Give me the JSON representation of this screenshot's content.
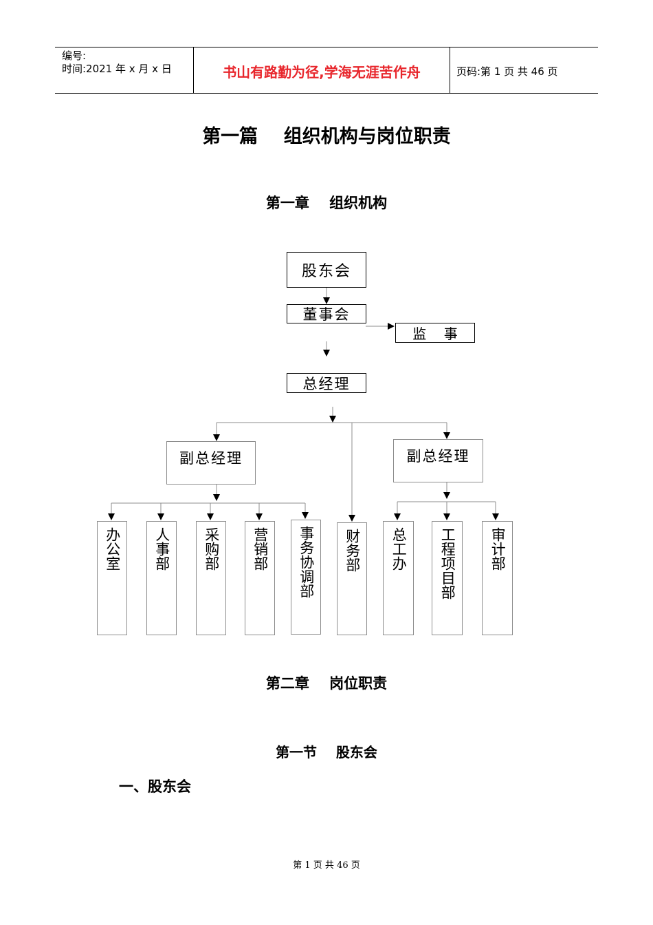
{
  "header": {
    "number_label": "编号:",
    "time_label": "时间:2021 年 x 月 x 日",
    "motto": "书山有路勤为径,学海无涯苦作舟",
    "page_info": "页码:第 1 页  共 46 页"
  },
  "title": "第一篇    组织机构与岗位职责",
  "chapter1": "第一章    组织机构",
  "org_chart": {
    "shareholders": "股东会",
    "board": "董事会",
    "supervisor": "监    事",
    "general_manager": "总经理",
    "deputy_gm_left": "副总经理",
    "deputy_gm_right": "副总经理",
    "departments": [
      "办公室",
      "人事部",
      "采购部",
      "营销部",
      "事务协调部",
      "财务部",
      "总工办",
      "工程项目部",
      "审计部"
    ]
  },
  "chapter2": "第二章    岗位职责",
  "section1": "第一节    股东会",
  "item1": "一、股东会",
  "footer": "第 1 页 共 46 页"
}
